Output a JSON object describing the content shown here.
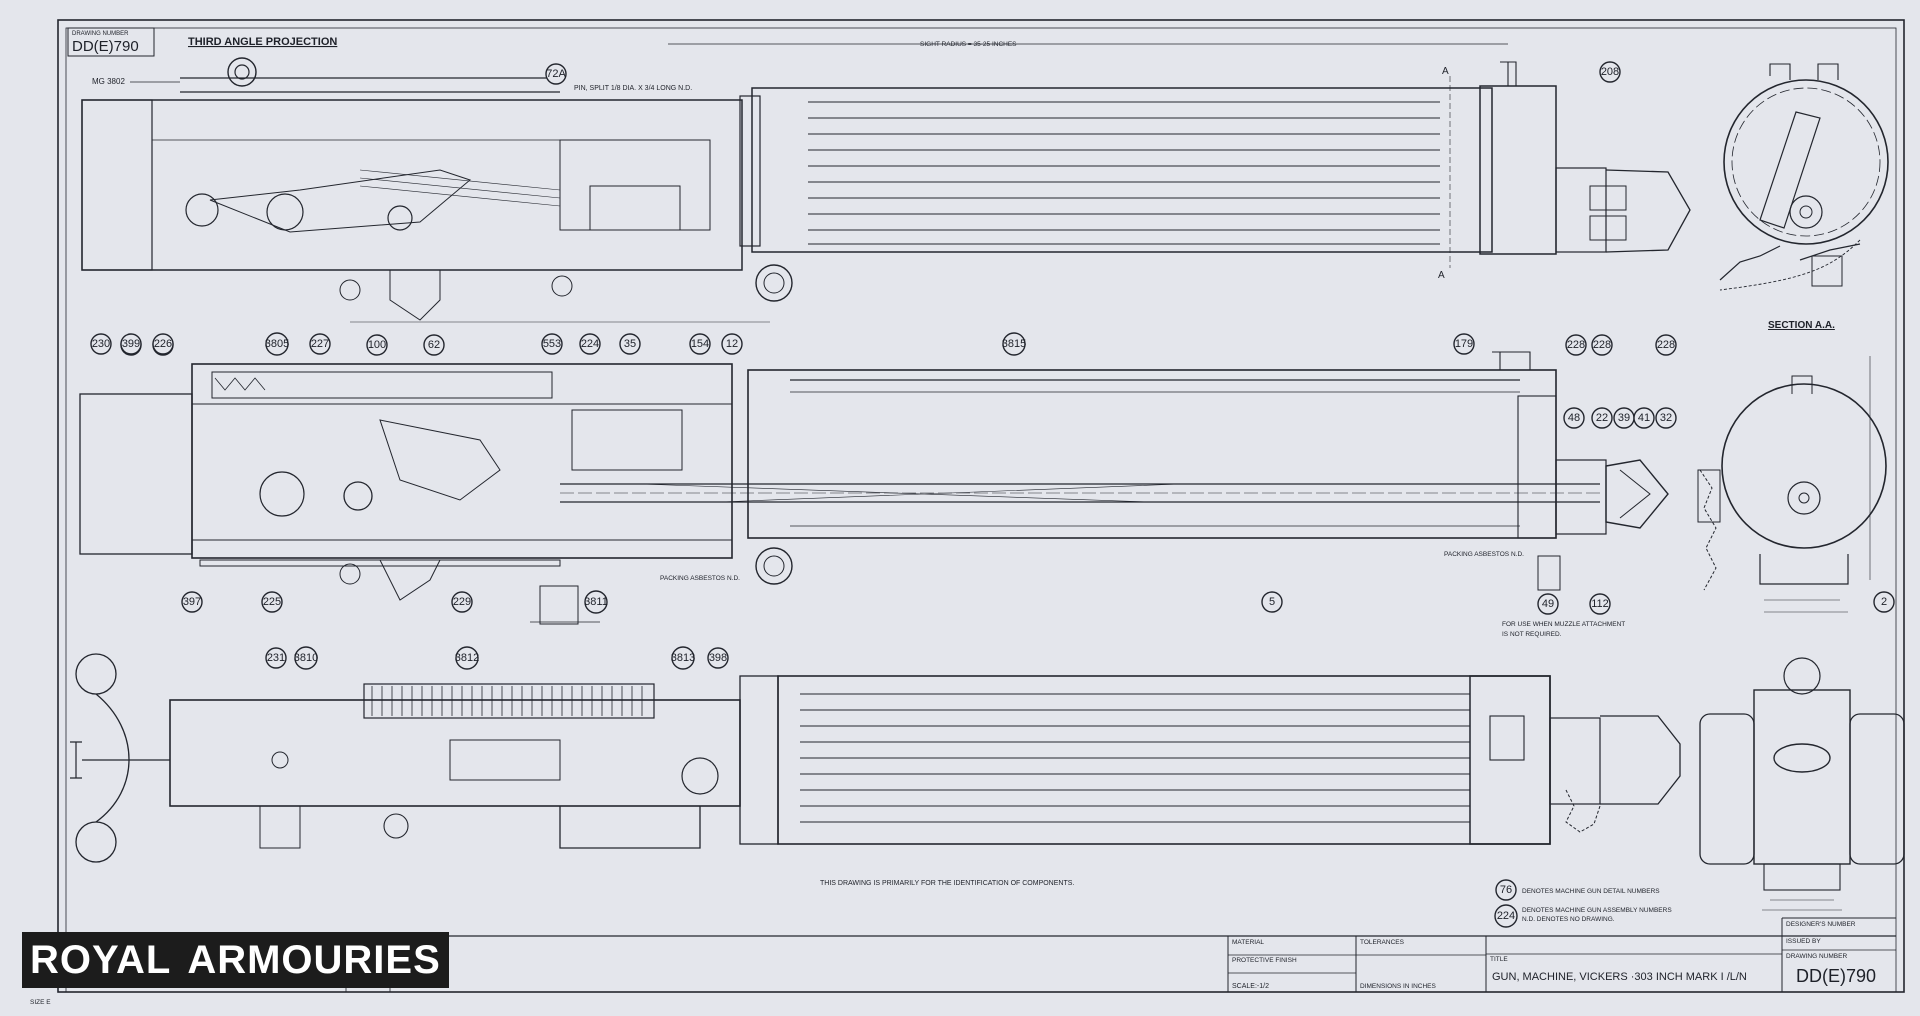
{
  "header": {
    "drawing_number_label": "DRAWING NUMBER",
    "drawing_number": "DD(E)790",
    "projection": "THIRD ANGLE PROJECTION",
    "mg_ref": "MG 3802",
    "sight_radius": "SIGHT RADIUS = 35·25 INCHES",
    "pin_note": "PIN, SPLIT 1/8 DIA. X 3/4 LONG N.D.",
    "section_label": "SECTION A.A.",
    "section_marker": "A"
  },
  "notes": {
    "packing_1": "PACKING ASBESTOS N.D.",
    "packing_2": "PACKING ASBESTOS N.D.",
    "muzzle_1": "FOR USE WHEN MUZZLE ATTACHMENT",
    "muzzle_2": "IS NOT REQUIRED.",
    "identification": "THIS DRAWING IS PRIMARILY FOR THE IDENTIFICATION OF COMPONENTS.",
    "legend_detail": "DENOTES MACHINE GUN DETAIL NUMBERS",
    "legend_assembly_1": "DENOTES MACHINE GUN ASSEMBLY NUMBERS",
    "legend_assembly_2": "N.D. DENOTES NO DRAWING.",
    "legend_detail_example": "76",
    "legend_assembly_example": "224"
  },
  "callouts": {
    "top": [
      "72A",
      "208",
      "399",
      "226",
      "100",
      "62",
      "228",
      "228",
      "228"
    ],
    "middle": [
      "230",
      "399",
      "226",
      "3805",
      "227",
      "553",
      "224",
      "35",
      "154",
      "12",
      "3815",
      "179",
      "48",
      "22",
      "39",
      "41",
      "32",
      "397",
      "225",
      "229",
      "3811",
      "5",
      "49",
      "112",
      "2"
    ],
    "bottom": [
      "231",
      "3810",
      "3812",
      "3813",
      "398"
    ]
  },
  "title_block": {
    "material": "MATERIAL",
    "tolerances": "TOLERANCES",
    "protective_finish": "PROTECTIVE FINISH",
    "scale": "SCALE:-1/2",
    "dimensions": "DIMENSIONS IN INCHES",
    "title_label": "TITLE",
    "title": "GUN, MACHINE, VICKERS ·303 INCH MARK I /L/N",
    "issued_by": "ISSUED BY",
    "designers_number": "DESIGNER'S NUMBER",
    "drawing_number_label": "DRAWING NUMBER",
    "drawing_number": "DD(E)790",
    "size": "SIZE E"
  },
  "logo": {
    "left": "ROYAL",
    "right": "ARMOURIES"
  }
}
